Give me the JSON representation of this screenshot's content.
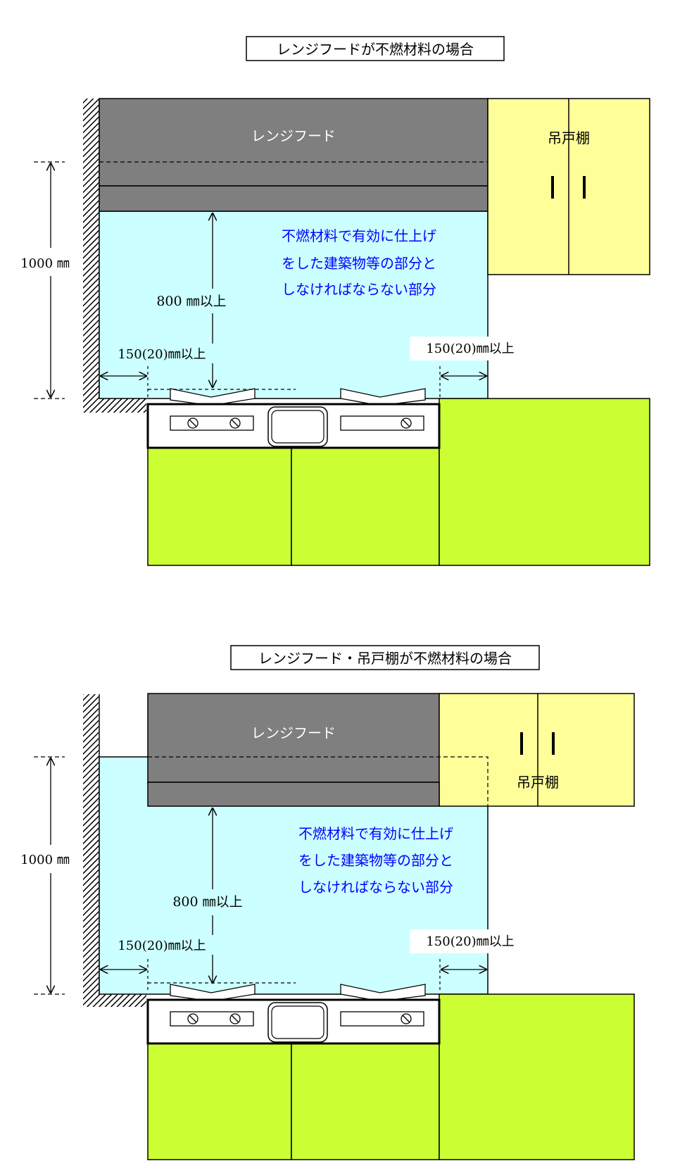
{
  "colors": {
    "hood": "#7f7f7f",
    "cabinet": "#ffff99",
    "zone": "#ccffff",
    "counter": "#ccff33",
    "note_text": "#0000ff",
    "outline": "#000000"
  },
  "diagram1": {
    "title": "レンジフードが不燃材料の場合",
    "hood_label": "レンジフード",
    "cabinet_label": "吊戸棚",
    "note_lines": [
      "不燃材料で有効に仕上げ",
      "をした建築物等の部分と",
      "しなければならない部分"
    ],
    "height_label": "1000 ㎜",
    "clearance_label": "800 ㎜以上",
    "side_left_label": "150(20)㎜以上",
    "side_right_label": "150(20)㎜以上"
  },
  "diagram2": {
    "title": "レンジフード・吊戸棚が不燃材料の場合",
    "hood_label": "レンジフード",
    "cabinet_label": "吊戸棚",
    "note_lines": [
      "不燃材料で有効に仕上げ",
      "をした建築物等の部分と",
      "しなければならない部分"
    ],
    "height_label": "1000 ㎜",
    "clearance_label": "800 ㎜以上",
    "side_left_label": "150(20)㎜以上",
    "side_right_label": "150(20)㎜以上"
  }
}
